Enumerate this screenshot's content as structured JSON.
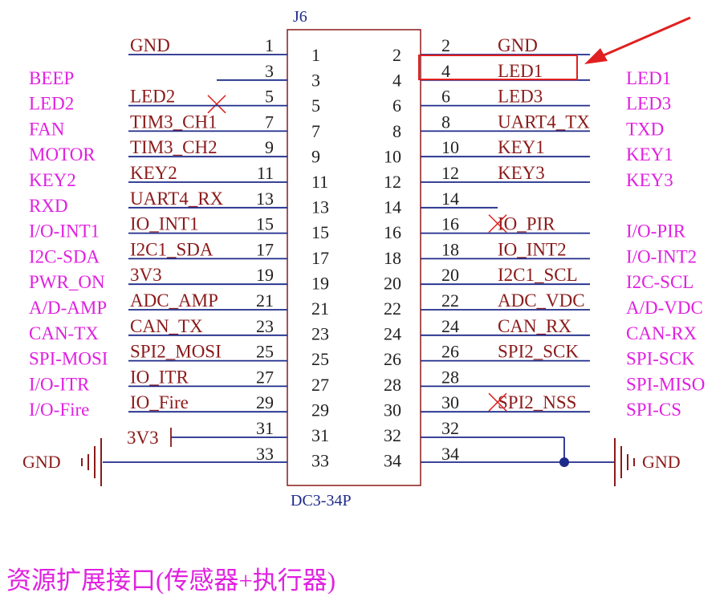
{
  "header": {
    "designator": "J6",
    "part": "DC3-34P"
  },
  "caption": "资源扩展接口(传感器+执行器)",
  "power": {
    "left_gnd": "GND",
    "right_gnd": "GND",
    "supply_3v3": "3V3"
  },
  "left_rows": [
    {
      "func": "",
      "net": "GND",
      "pin": "1",
      "nc": false
    },
    {
      "func": "BEEP",
      "net": "",
      "pin": "3",
      "nc": true
    },
    {
      "func": "LED2",
      "net": "LED2",
      "pin": "5",
      "nc": false
    },
    {
      "func": "FAN",
      "net": "TIM3_CH1",
      "pin": "7",
      "nc": false
    },
    {
      "func": "MOTOR",
      "net": "TIM3_CH2",
      "pin": "9",
      "nc": false
    },
    {
      "func": "KEY2",
      "net": "KEY2",
      "pin": "11",
      "nc": false
    },
    {
      "func": "RXD",
      "net": "UART4_RX",
      "pin": "13",
      "nc": false
    },
    {
      "func": "I/O-INT1",
      "net": "IO_INT1",
      "pin": "15",
      "nc": false
    },
    {
      "func": "I2C-SDA",
      "net": "I2C1_SDA",
      "pin": "17",
      "nc": false
    },
    {
      "func": "PWR_ON",
      "net": "3V3",
      "pin": "19",
      "nc": false
    },
    {
      "func": "A/D-AMP",
      "net": "ADC_AMP",
      "pin": "21",
      "nc": false
    },
    {
      "func": "CAN-TX",
      "net": "CAN_TX",
      "pin": "23",
      "nc": false
    },
    {
      "func": "SPI-MOSI",
      "net": "SPI2_MOSI",
      "pin": "25",
      "nc": false
    },
    {
      "func": "I/O-ITR",
      "net": "IO_ITR",
      "pin": "27",
      "nc": false
    },
    {
      "func": "I/O-Fire",
      "net": "IO_Fire",
      "pin": "29",
      "nc": false
    },
    {
      "func": "",
      "net": "",
      "pin": "31",
      "nc": false
    },
    {
      "func": "",
      "net": "",
      "pin": "33",
      "nc": false
    }
  ],
  "right_rows": [
    {
      "func": "",
      "net": "GND",
      "pin": "2",
      "nc": false
    },
    {
      "func": "LED1",
      "net": "LED1",
      "pin": "4",
      "nc": false
    },
    {
      "func": "LED3",
      "net": "LED3",
      "pin": "6",
      "nc": false
    },
    {
      "func": "TXD",
      "net": "UART4_TX",
      "pin": "8",
      "nc": false
    },
    {
      "func": "KEY1",
      "net": "KEY1",
      "pin": "10",
      "nc": false
    },
    {
      "func": "KEY3",
      "net": "KEY3",
      "pin": "12",
      "nc": false
    },
    {
      "func": "",
      "net": "",
      "pin": "14",
      "nc": false
    },
    {
      "func": "I/O-PIR",
      "net": "IO_PIR",
      "pin": "16",
      "nc": true
    },
    {
      "func": "I/O-INT2",
      "net": "IO_INT2",
      "pin": "18",
      "nc": false
    },
    {
      "func": "I2C-SCL",
      "net": "I2C1_SCL",
      "pin": "20",
      "nc": false
    },
    {
      "func": "A/D-VDC",
      "net": "ADC_VDC",
      "pin": "22",
      "nc": false
    },
    {
      "func": "CAN-RX",
      "net": "CAN_RX",
      "pin": "24",
      "nc": false
    },
    {
      "func": "SPI-SCK",
      "net": "SPI2_SCK",
      "pin": "26",
      "nc": false
    },
    {
      "func": "SPI-MISO",
      "net": "",
      "pin": "28",
      "nc": false
    },
    {
      "func": "SPI-CS",
      "net": "SPI2_NSS",
      "pin": "30",
      "nc": true
    },
    {
      "func": "",
      "net": "",
      "pin": "32",
      "nc": false
    },
    {
      "func": "",
      "net": "",
      "pin": "34",
      "nc": false
    }
  ],
  "inner_left": [
    "1",
    "3",
    "5",
    "7",
    "9",
    "11",
    "13",
    "15",
    "17",
    "19",
    "21",
    "23",
    "25",
    "27",
    "29",
    "31",
    "33"
  ],
  "inner_right": [
    "2",
    "4",
    "6",
    "8",
    "10",
    "12",
    "14",
    "16",
    "18",
    "20",
    "22",
    "24",
    "26",
    "28",
    "30",
    "32",
    "34"
  ],
  "colors": {
    "wire": "#1e2a8a",
    "net_text": "#8b1a1a",
    "func_text": "#e020e0",
    "box": "#8b1a1a",
    "nc_mark": "#e02020",
    "highlight": "#e02020",
    "power": "#8b1a1a"
  }
}
